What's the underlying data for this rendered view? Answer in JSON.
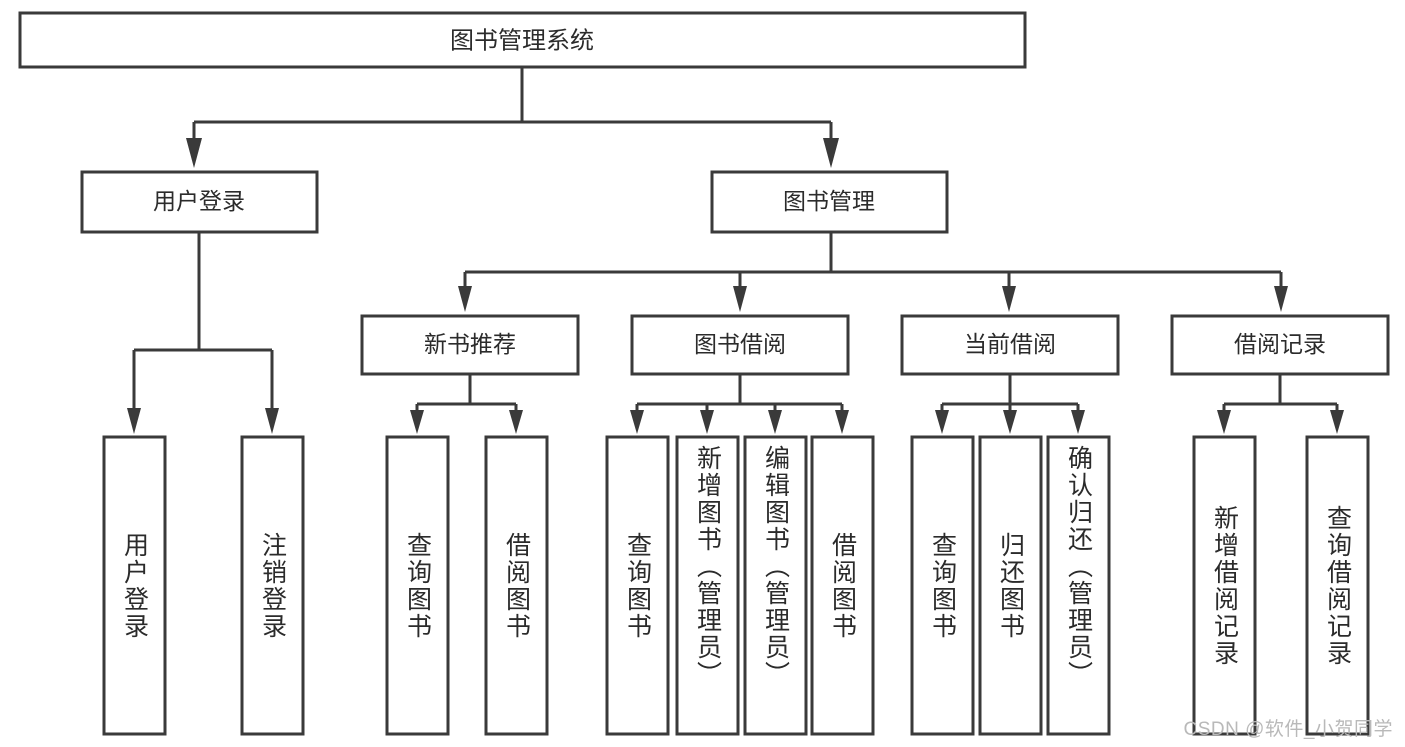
{
  "diagram": {
    "type": "tree",
    "title": "图书管理系统",
    "root": {
      "id": "root",
      "label": "图书管理系统"
    },
    "level2": [
      {
        "id": "user-login",
        "label": "用户登录"
      },
      {
        "id": "book-manage",
        "label": "图书管理"
      }
    ],
    "level3": [
      {
        "id": "new-book-recommend",
        "label": "新书推荐",
        "parent": "book-manage"
      },
      {
        "id": "book-borrow",
        "label": "图书借阅",
        "parent": "book-manage"
      },
      {
        "id": "current-borrow",
        "label": "当前借阅",
        "parent": "book-manage"
      },
      {
        "id": "borrow-record",
        "label": "借阅记录",
        "parent": "book-manage"
      }
    ],
    "leaves": [
      {
        "id": "leaf-user-login",
        "label": "用户登录",
        "parent": "user-login"
      },
      {
        "id": "leaf-logout-login",
        "label": "注销登录",
        "parent": "user-login"
      },
      {
        "id": "leaf-query-book-1",
        "label": "查询图书",
        "parent": "new-book-recommend"
      },
      {
        "id": "leaf-borrow-book-1",
        "label": "借阅图书",
        "parent": "new-book-recommend"
      },
      {
        "id": "leaf-query-book-2",
        "label": "查询图书",
        "parent": "book-borrow"
      },
      {
        "id": "leaf-add-book",
        "label": "新增图书（管理员）",
        "parent": "book-borrow"
      },
      {
        "id": "leaf-edit-book",
        "label": "编辑图书（管理员）",
        "parent": "book-borrow"
      },
      {
        "id": "leaf-borrow-book-2",
        "label": "借阅图书",
        "parent": "book-borrow"
      },
      {
        "id": "leaf-query-book-3",
        "label": "查询图书",
        "parent": "current-borrow"
      },
      {
        "id": "leaf-return-book",
        "label": "归还图书",
        "parent": "current-borrow"
      },
      {
        "id": "leaf-confirm-return",
        "label": "确认归还（管理员）",
        "parent": "current-borrow"
      },
      {
        "id": "leaf-add-record",
        "label": "新增借阅记录",
        "parent": "borrow-record"
      },
      {
        "id": "leaf-query-record",
        "label": "查询借阅记录",
        "parent": "borrow-record"
      }
    ]
  },
  "watermark": {
    "text": "CSDN @软件_小贺同学"
  },
  "colors": {
    "stroke": "#3a3a3a",
    "fill": "#ffffff",
    "text": "#2b2b2b",
    "watermark": "#b9b9b9"
  }
}
